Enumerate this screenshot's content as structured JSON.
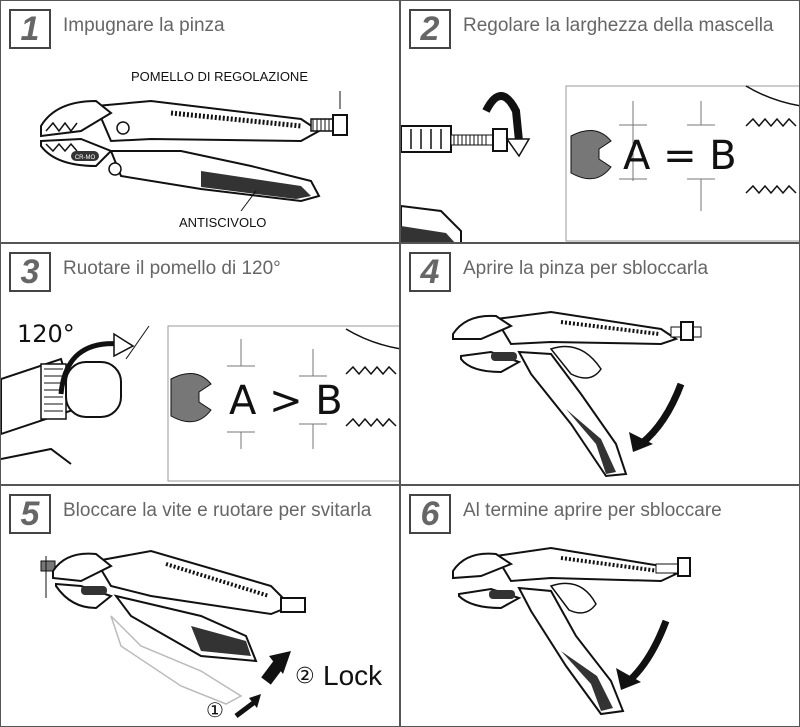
{
  "steps": [
    {
      "number": "1",
      "title": "Impugnare la pinza",
      "labels": {
        "knob": "POMELLO DI REGOLAZIONE",
        "grip": "ANTISCIVOLO"
      }
    },
    {
      "number": "2",
      "title": "Regolare la larghezza della mascella",
      "equation": "A = B"
    },
    {
      "number": "3",
      "title": "Ruotare il pomello di 120°",
      "angle": "120°",
      "equation": "A > B"
    },
    {
      "number": "4",
      "title": "Aprire la pinza per sbloccarla"
    },
    {
      "number": "5",
      "title": "Bloccare la vite e ruotare per svitarla",
      "marker1": "①",
      "marker2": "②",
      "lock": "Lock"
    },
    {
      "number": "6",
      "title": "Al termine aprire per sbloccare"
    }
  ],
  "brand_mark": "CR-MO",
  "colors": {
    "border": "#555555",
    "title": "#666666",
    "grip": "#333333",
    "arrow": "#111111",
    "die": "#777777"
  }
}
